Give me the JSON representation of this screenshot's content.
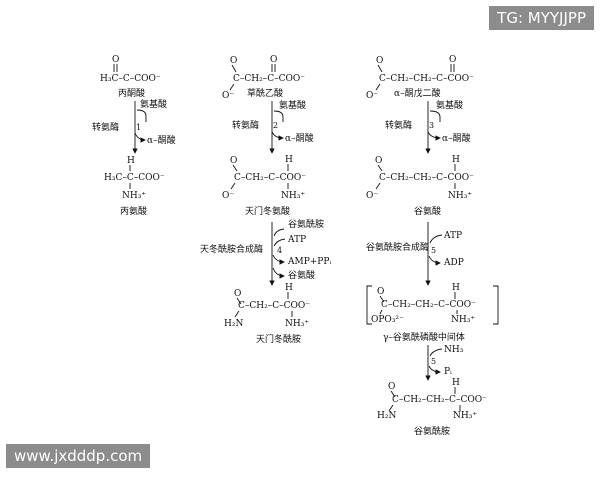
{
  "watermarks": {
    "top": "TG: MYYJJPP",
    "bottom": "www.jxdddp.com"
  },
  "col1": {
    "substrate_formula": "H₃C–C–COO⁻",
    "substrate_name": "丙酮酸",
    "enzyme": "转氨酶",
    "step": "1",
    "amino_donor": "氨基酸",
    "keto_product": "α–酮酸",
    "product_formula": "H₃C–C–COO⁻",
    "product_amine": "NH₃⁺",
    "product_h": "H",
    "product_name": "丙氨酸"
  },
  "col2": {
    "substrate_formula": "C–CH₂–C–COO⁻",
    "substrate_name": "草酰乙酸",
    "enzyme": "转氨酶",
    "step1": "2",
    "amino_donor": "氨基酸",
    "keto_product": "α–酮酸",
    "mid_formula": "C–CH₂–C–COO⁻",
    "mid_amine": "NH₃⁺",
    "mid_h": "H",
    "mid_name": "天门冬氨酸",
    "enzyme2": "天冬酰胺合成酶",
    "step2": "4",
    "in1": "谷氨酰胺",
    "in2": "ATP",
    "out1": "AMP+PPᵢ",
    "out2": "谷氨酸",
    "final_formula": "C–CH₂–C–COO⁻",
    "final_h2n": "H₂N",
    "final_amine": "NH₃⁺",
    "final_h": "H",
    "final_name": "天门冬酰胺"
  },
  "col3": {
    "substrate_formula": "C–CH₂–CH₂–C–COO⁻",
    "substrate_name": "α–酮戊二酸",
    "enzyme": "转氨酶",
    "step1": "3",
    "amino_donor": "氨基酸",
    "keto_product": "α–酮酸",
    "mid_formula": "C–CH₂–CH₂–C–COO⁻",
    "mid_amine": "NH₃⁺",
    "mid_h": "H",
    "mid_name": "谷氨酸",
    "enzyme2": "谷氨酰胺合成酶",
    "step2": "5",
    "in1": "ATP",
    "out1": "ADP",
    "inter_formula": "C–CH₂–CH₂–C–COO⁻",
    "inter_phos": "OPO₃²⁻",
    "inter_amine": "NH₃⁺",
    "inter_h": "H",
    "inter_name": "γ–谷氨酰磷酸中间体",
    "in2": "NH₃",
    "step3": "5",
    "out2": "Pᵢ",
    "final_formula": "C–CH₂–CH₂–C–COO⁻",
    "final_h2n": "H₂N",
    "final_amine": "NH₃⁺",
    "final_h": "H",
    "final_name": "谷氨酰胺"
  },
  "atoms": {
    "O": "O",
    "O_minus": "O⁻"
  }
}
